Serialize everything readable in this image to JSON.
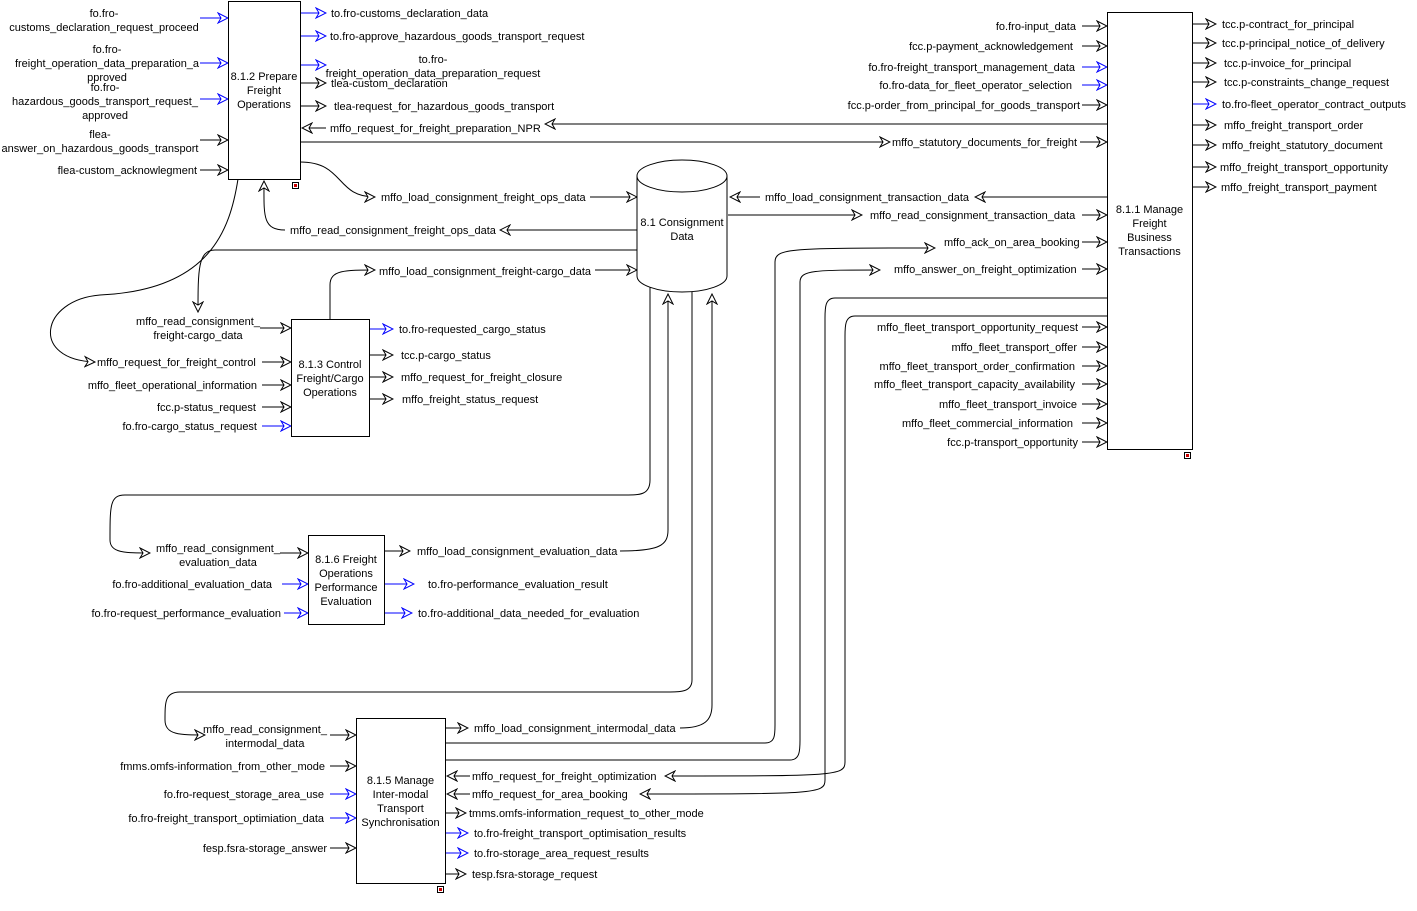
{
  "diagram": {
    "colors": {
      "external_flow": "#0000ff",
      "internal_flow": "#000000",
      "corner_marker": "#cc0000"
    },
    "store": {
      "label": [
        "8.1 Consignment",
        "Data"
      ]
    },
    "processes": [
      {
        "label": [
          "8.1.2 Prepare",
          "Freight",
          "Operations"
        ]
      },
      {
        "label": [
          "8.1.1 Manage",
          "Freight",
          "Business",
          "Transactions"
        ]
      },
      {
        "label": [
          "8.1.3 Control",
          "Freight/Cargo",
          "Operations"
        ]
      },
      {
        "label": [
          "8.1.6 Freight",
          "Operations",
          "Performance",
          "Evaluation"
        ]
      },
      {
        "label": [
          "8.1.5 Manage",
          "Inter-modal",
          "Transport",
          "Synchronisation"
        ]
      }
    ],
    "flows": [
      [
        "fo.fro-",
        "customs_declaration_request_proceed"
      ],
      [
        "fo.fro-",
        "freight_operation_data_preparation_a",
        "pproved"
      ],
      [
        "fo.fro-",
        "hazardous_goods_transport_request_",
        "approved"
      ],
      [
        "flea-",
        "answer_on_hazardous_goods_transport"
      ],
      [
        "flea-custom_acknowlegment"
      ],
      [
        "to.fro-customs_declaration_data"
      ],
      [
        "to.fro-approve_hazardous_goods_transport_request"
      ],
      [
        "to.fro-",
        "freight_operation_data_preparation_request"
      ],
      [
        "tlea-custom_declaration"
      ],
      [
        "tlea-request_for_hazardous_goods_transport"
      ],
      [
        "mffo_request_for_freight_preparation_NPR"
      ],
      [
        "mffo_statutory_documents_for_freight"
      ],
      [
        "mffo_load_consignment_freight_ops_data"
      ],
      [
        "mffo_read_consignment_freight_ops_data"
      ],
      [
        "mffo_read_consignment_",
        "freight-cargo_data"
      ],
      [
        "mffo_request_for_freight_control"
      ],
      [
        "mffo_load_consignment_freight-cargo_data"
      ],
      [
        "mffo_fleet_operational_information"
      ],
      [
        "fcc.p-status_request"
      ],
      [
        "fo.fro-cargo_status_request"
      ],
      [
        "to.fro-requested_cargo_status"
      ],
      [
        "tcc.p-cargo_status"
      ],
      [
        "mffo_request_for_freight_closure"
      ],
      [
        "mffo_freight_status_request"
      ],
      [
        "fo.fro-input_data"
      ],
      [
        "fcc.p-payment_acknowledgement"
      ],
      [
        "fo.fro-freight_transport_management_data"
      ],
      [
        "fo.fro-data_for_fleet_operator_selection"
      ],
      [
        "fcc.p-order_from_principal_for_goods_transport"
      ],
      [
        "mffo_load_consignment_transaction_data"
      ],
      [
        "mffo_read_consignment_transaction_data"
      ],
      [
        "mffo_ack_on_area_booking"
      ],
      [
        "mffo_answer_on_freight_optimization"
      ],
      [
        "mffo_fleet_transport_opportunity_request"
      ],
      [
        "mffo_fleet_transport_offer"
      ],
      [
        "mffo_fleet_transport_order_confirmation"
      ],
      [
        "mffo_fleet_transport_capacity_availability"
      ],
      [
        "mffo_fleet_transport_invoice"
      ],
      [
        "mffo_fleet_commercial_information"
      ],
      [
        "fcc.p-transport_opportunity"
      ],
      [
        "tcc.p-contract_for_principal"
      ],
      [
        "tcc.p-principal_notice_of_delivery"
      ],
      [
        "tcc.p-invoice_for_principal"
      ],
      [
        "tcc.p-constraints_change_request"
      ],
      [
        "to.fro-fleet_operator_contract_outputs"
      ],
      [
        "mffo_freight_transport_order"
      ],
      [
        "mffo_freight_statutory_document"
      ],
      [
        "mffo_freight_transport_opportunity"
      ],
      [
        "mffo_freight_transport_payment"
      ],
      [
        "mffo_read_consignment_",
        "evaluation_data"
      ],
      [
        "fo.fro-additional_evaluation_data"
      ],
      [
        "fo.fro-request_performance_evaluation"
      ],
      [
        "mffo_load_consignment_evaluation_data"
      ],
      [
        "to.fro-performance_evaluation_result"
      ],
      [
        "to.fro-additional_data_needed_for_evaluation"
      ],
      [
        "mffo_read_consignment_",
        "intermodal_data"
      ],
      [
        "fmms.omfs-information_from_other_mode"
      ],
      [
        "fo.fro-request_storage_area_use"
      ],
      [
        "fo.fro-freight_transport_optimiation_data"
      ],
      [
        "fesp.fsra-storage_answer"
      ],
      [
        "mffo_load_consignment_intermodal_data"
      ],
      [
        "mffo_request_for_freight_optimization"
      ],
      [
        "mffo_request_for_area_booking"
      ],
      [
        "tmms.omfs-information_request_to_other_mode"
      ],
      [
        "to.fro-freight_transport_optimisation_results"
      ],
      [
        "to.fro-storage_area_request_results"
      ],
      [
        "tesp.fsra-storage_request"
      ]
    ]
  }
}
